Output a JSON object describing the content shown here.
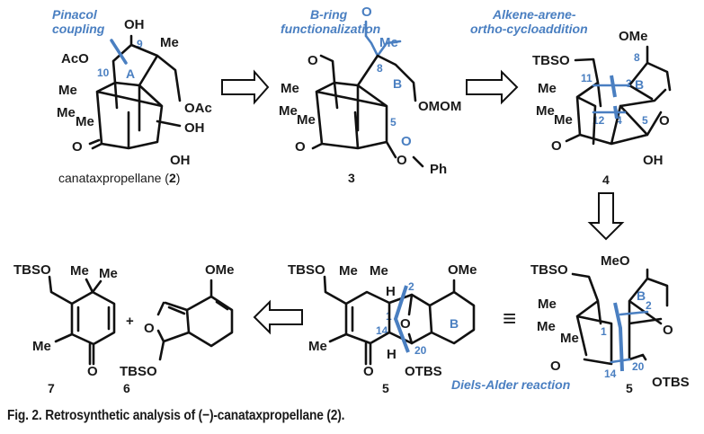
{
  "caption": "Fig. 2. Retrosynthetic analysis of (−)-canataxpropellane (2).",
  "colors": {
    "accent": "#4a7fc1",
    "ink": "#1a1a1a"
  },
  "compounds": {
    "c2": {
      "name": "canataxpropellane (",
      "number": "2",
      "name_close": ")",
      "disconnection_label": [
        "Pinacol",
        "coupling"
      ],
      "atoms": {
        "oh_top": "OH",
        "me_top": "Me",
        "aco": "AcO",
        "me1": "Me",
        "me2": "Me",
        "me3": "Me",
        "oac": "OAc",
        "oh_mid": "OH",
        "oh_bot": "OH",
        "o": "O"
      },
      "locants": {
        "c9": "9",
        "c10": "10",
        "ring": "A"
      }
    },
    "c3": {
      "number": "3",
      "label": [
        "B-ring",
        "functionalization"
      ],
      "atoms": {
        "o_ald_blue": "O",
        "me_blue": "Me",
        "o_ald": "O",
        "me1": "Me",
        "me2": "Me",
        "me3": "Me",
        "omom": "OMOM",
        "o_acetal1": "O",
        "o_acetal2": "O",
        "ph": "Ph",
        "o": "O"
      },
      "locants": {
        "c8": "8",
        "c5": "5",
        "ring": "B"
      }
    },
    "c4": {
      "number": "4",
      "label": [
        "Alkene-arene-",
        "ortho-cycloaddition"
      ],
      "atoms": {
        "ome": "OMe",
        "tbso": "TBSO",
        "me1": "Me",
        "me2": "Me",
        "me3": "Me",
        "o_ether": "O",
        "o": "O",
        "oh": "OH"
      },
      "locants": {
        "c8": "8",
        "c11": "11",
        "c3": "3",
        "ring": "B",
        "c12": "12",
        "c4": "4",
        "c5": "5"
      }
    },
    "c5_3d": {
      "number": "5",
      "label": "Diels-Alder reaction",
      "atoms": {
        "meo": "MeO",
        "tbso": "TBSO",
        "me1": "Me",
        "me2": "Me",
        "me3": "Me",
        "o_ether": "O",
        "o": "O",
        "otbs": "OTBS"
      },
      "locants": {
        "ring": "B",
        "c2": "2",
        "c1": "1",
        "c14": "14",
        "c20": "20"
      }
    },
    "c5_flat": {
      "number": "5",
      "atoms": {
        "tbso": "TBSO",
        "me1": "Me",
        "me2": "Me",
        "ome": "OMe",
        "h1": "H",
        "h2": "H",
        "o_bridge": "O",
        "me3": "Me",
        "o": "O",
        "otbs": "OTBS"
      },
      "locants": {
        "c2": "2",
        "c1": "1",
        "c14": "14",
        "c20": "20",
        "ring": "B"
      }
    },
    "c7": {
      "number": "7",
      "atoms": {
        "tbso": "TBSO",
        "me1": "Me",
        "me2": "Me",
        "me3": "Me",
        "o": "O"
      }
    },
    "c6": {
      "number": "6",
      "atoms": {
        "ome": "OMe",
        "o": "O",
        "tbso": "TBSO"
      }
    }
  },
  "symbols": {
    "plus": "+",
    "equivalent": "≡"
  }
}
